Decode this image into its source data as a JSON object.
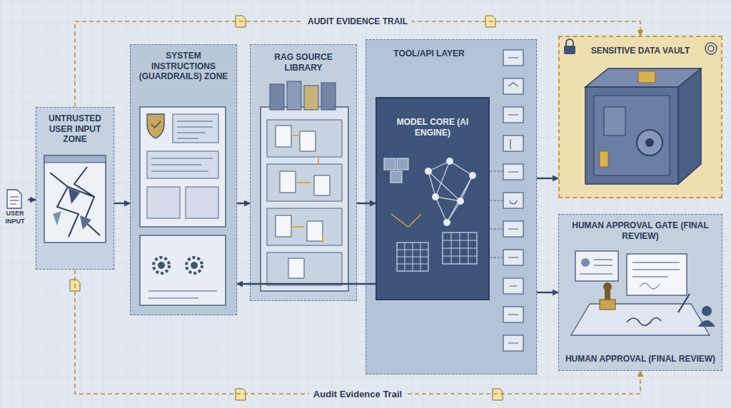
{
  "diagram": {
    "nodes": [
      {
        "text": [
          "USER INPUT"
        ]
      },
      {
        "text": [
          "UNTRUSTED USER INPUT ZONE"
        ]
      },
      {
        "text": [
          "SYSTEM INSTRUCTIONS (GUARDRAILS) ZONE"
        ]
      },
      {
        "text": [
          "RAG SOURCE LIBRARY"
        ]
      },
      {
        "text": [
          "TOOL/API LAYER"
        ]
      },
      {
        "text": [
          "MODEL CORE (AI ENGINE)"
        ],
        "in": 4
      },
      {
        "text": [
          "SENSITIVE DATA VAULT"
        ]
      },
      {
        "text": [
          "HUMAN APPROVAL GATE (FINAL REVIEW)",
          "HUMAN APPROVAL (FINAL REVIEW)"
        ]
      }
    ],
    "edges": [
      {
        "from": 0,
        "to": 1,
        "arrow": "to"
      },
      {
        "from": 1,
        "to": 2,
        "arrow": "to"
      },
      {
        "from": 2,
        "to": 3,
        "arrow": "to"
      },
      {
        "from": 3,
        "to": 5,
        "arrow": "to"
      },
      {
        "from": 5,
        "to": 2,
        "arrow": "to"
      },
      {
        "from": 4,
        "to": 6,
        "arrow": "to"
      },
      {
        "from": 4,
        "to": 7,
        "arrow": "to"
      },
      {
        "from": 1,
        "to": 6,
        "label": "AUDIT EVIDENCE TRAIL",
        "arrow": "to"
      },
      {
        "from": 1,
        "to": 7,
        "label": "Audit Evidence Trail",
        "arrow": "to"
      }
    ]
  }
}
